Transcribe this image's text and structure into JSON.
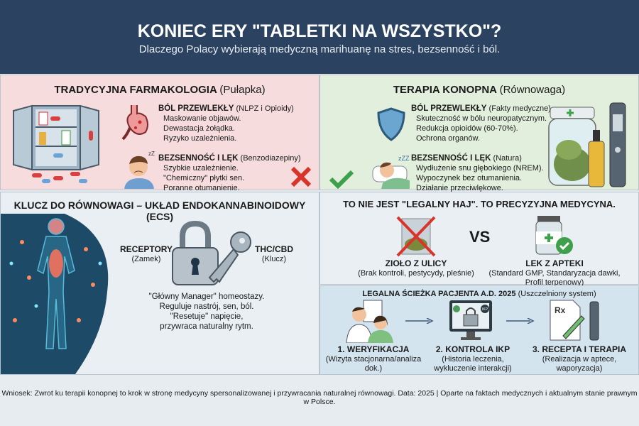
{
  "header": {
    "title": "KONIEC ERY \"TABLETKI NA WSZYSTKO\"?",
    "subtitle": "Dlaczego Polacy wybierają medyczną marihuanę na stres, bezsenność i ból."
  },
  "traditional": {
    "title": "TRADYCYJNA FARMAKOLOGIA",
    "title_note": "(Pułapka)",
    "pain": {
      "heading": "BÓL PRZEWLEKŁY",
      "note": "(NLPZ i Opioidy)",
      "lines": [
        "Maskowanie objawów.",
        "Dewastacja żołądka.",
        "Ryzyko uzależnienia."
      ]
    },
    "sleep": {
      "heading": "BEZSENNOŚĆ I LĘK",
      "note": "(Benzodiazepiny)",
      "lines": [
        "Szybkie uzależnienie.",
        "\"Chemiczny\" płytki sen.",
        "Poranne otumanienie."
      ]
    },
    "verdict_icon": "red-x-icon"
  },
  "cannabis": {
    "title": "TERAPIA KONOPNA",
    "title_note": "(Równowaga)",
    "pain": {
      "heading": "BÓL PRZEWLEKŁY",
      "note": "(Fakty medyczne)",
      "lines": [
        "Skuteczność w bólu neuropatycznym.",
        "Redukcja opioidów (60-70%).",
        "Ochrona organów."
      ]
    },
    "sleep": {
      "heading": "BEZSENNOŚĆ I LĘK",
      "note": "(Natura)",
      "lines": [
        "Wydłużenie snu głębokiego (NREM).",
        "Wypoczynek bez otumanienia.",
        "Działanie przeciwlękowe."
      ]
    },
    "verdict_icon": "green-check-icon"
  },
  "ecs": {
    "title": "KLUCZ DO RÓWNOWAGI – UKŁAD ENDOKANNABINOIDOWY (ECS)",
    "receptors": {
      "label": "RECEPTORY",
      "note": "(Zamek)"
    },
    "key": {
      "label": "THC/CBD",
      "note": "(Klucz)"
    },
    "lines": [
      "\"Główny Manager\" homeostazy.",
      "Reguluje nastrój, sen, ból.",
      "\"Resetuje\" napięcie,",
      "przywraca naturalny rytm."
    ]
  },
  "versus": {
    "title": "TO NIE JEST \"LEGALNY HAJ\". TO PRECYZYJNA MEDYCYNA.",
    "vs": "VS",
    "street": {
      "label": "ZIOŁO Z ULICY",
      "note": "(Brak kontroli, pestycydy, pleśnie)"
    },
    "pharmacy": {
      "label": "LEK Z APTEKI",
      "note1": "(Standard GMP, Standaryzacja dawki,",
      "note2": "Profil terpenowy)"
    }
  },
  "path": {
    "title": "LEGALNA ŚCIEŻKA PACJENTA A.D. 2025",
    "title_note": "(Uszczelniony system)",
    "steps": [
      {
        "label": "1. WERYFIKACJA",
        "note1": "(Wizyta stacjonarna/analiza",
        "note2": "dok.)"
      },
      {
        "label": "2. KONTROLA IKP",
        "note1": "(Historia leczenia,",
        "note2": "wykluczenie interakcji)",
        "badge": "IKP"
      },
      {
        "label": "3. RECEPTA I TERAPIA",
        "note1": "(Realizacja w aptece, waporyzacja)",
        "note2": "",
        "rx": "Rx"
      }
    ]
  },
  "footer": {
    "text": "Wniosek: Zwrot ku terapii konopnej to krok w stronę medycyny spersonalizowanej i przywracania naturalnej równowagi. Data: 2025 | Oparte na faktach medycznych i aktualnym stanie prawnym w Polsce."
  }
}
